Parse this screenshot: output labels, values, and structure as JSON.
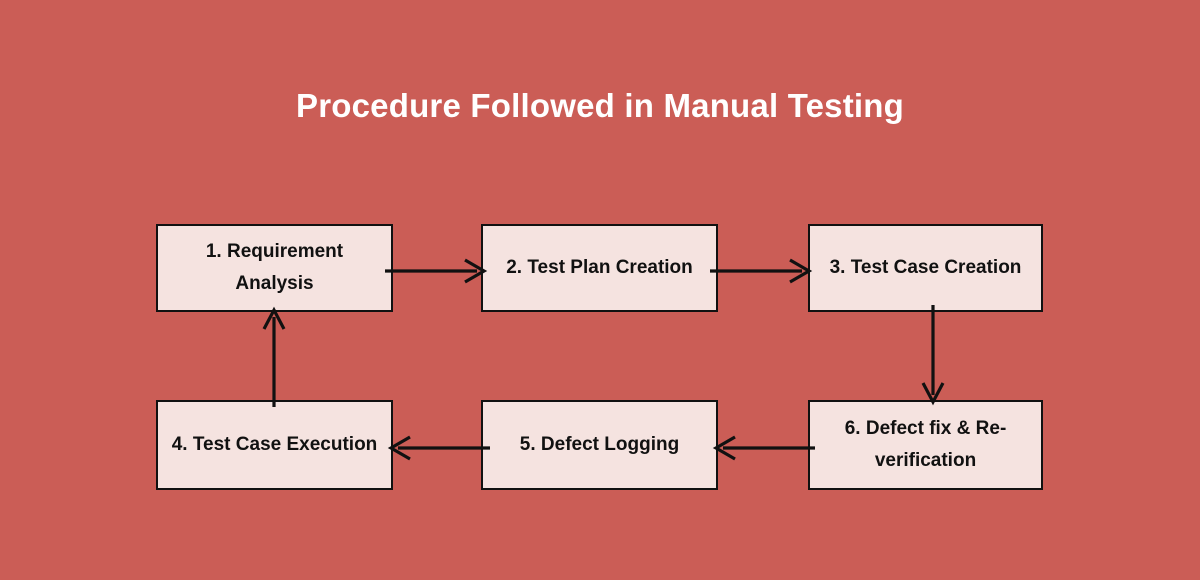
{
  "diagram": {
    "title": "Procedure Followed in Manual Testing",
    "background_color": "#cb5d56",
    "node_fill_color": "#f5e3e0",
    "node_border_color": "#111111",
    "title_color": "#ffffff",
    "nodes": [
      {
        "id": "1",
        "label": "1. Requirement Analysis",
        "row": "top",
        "column": 1
      },
      {
        "id": "2",
        "label": "2. Test Plan Creation",
        "row": "top",
        "column": 2
      },
      {
        "id": "3",
        "label": "3. Test Case Creation",
        "row": "top",
        "column": 3
      },
      {
        "id": "4",
        "label": "4. Test Case Execution",
        "row": "bottom",
        "column": 1
      },
      {
        "id": "5",
        "label": "5. Defect Logging",
        "row": "bottom",
        "column": 2
      },
      {
        "id": "6",
        "label": "6. Defect fix & Re-verification",
        "row": "bottom",
        "column": 3
      }
    ],
    "connectors": [
      {
        "id": "1-2",
        "from": "1",
        "to": "2",
        "direction": "right"
      },
      {
        "id": "2-3",
        "from": "2",
        "to": "3",
        "direction": "right"
      },
      {
        "id": "3-6",
        "from": "3",
        "to": "6",
        "direction": "down"
      },
      {
        "id": "6-5",
        "from": "6",
        "to": "5",
        "direction": "left"
      },
      {
        "id": "5-4",
        "from": "5",
        "to": "4",
        "direction": "left"
      },
      {
        "id": "4-1",
        "from": "4",
        "to": "1",
        "direction": "up"
      }
    ]
  }
}
